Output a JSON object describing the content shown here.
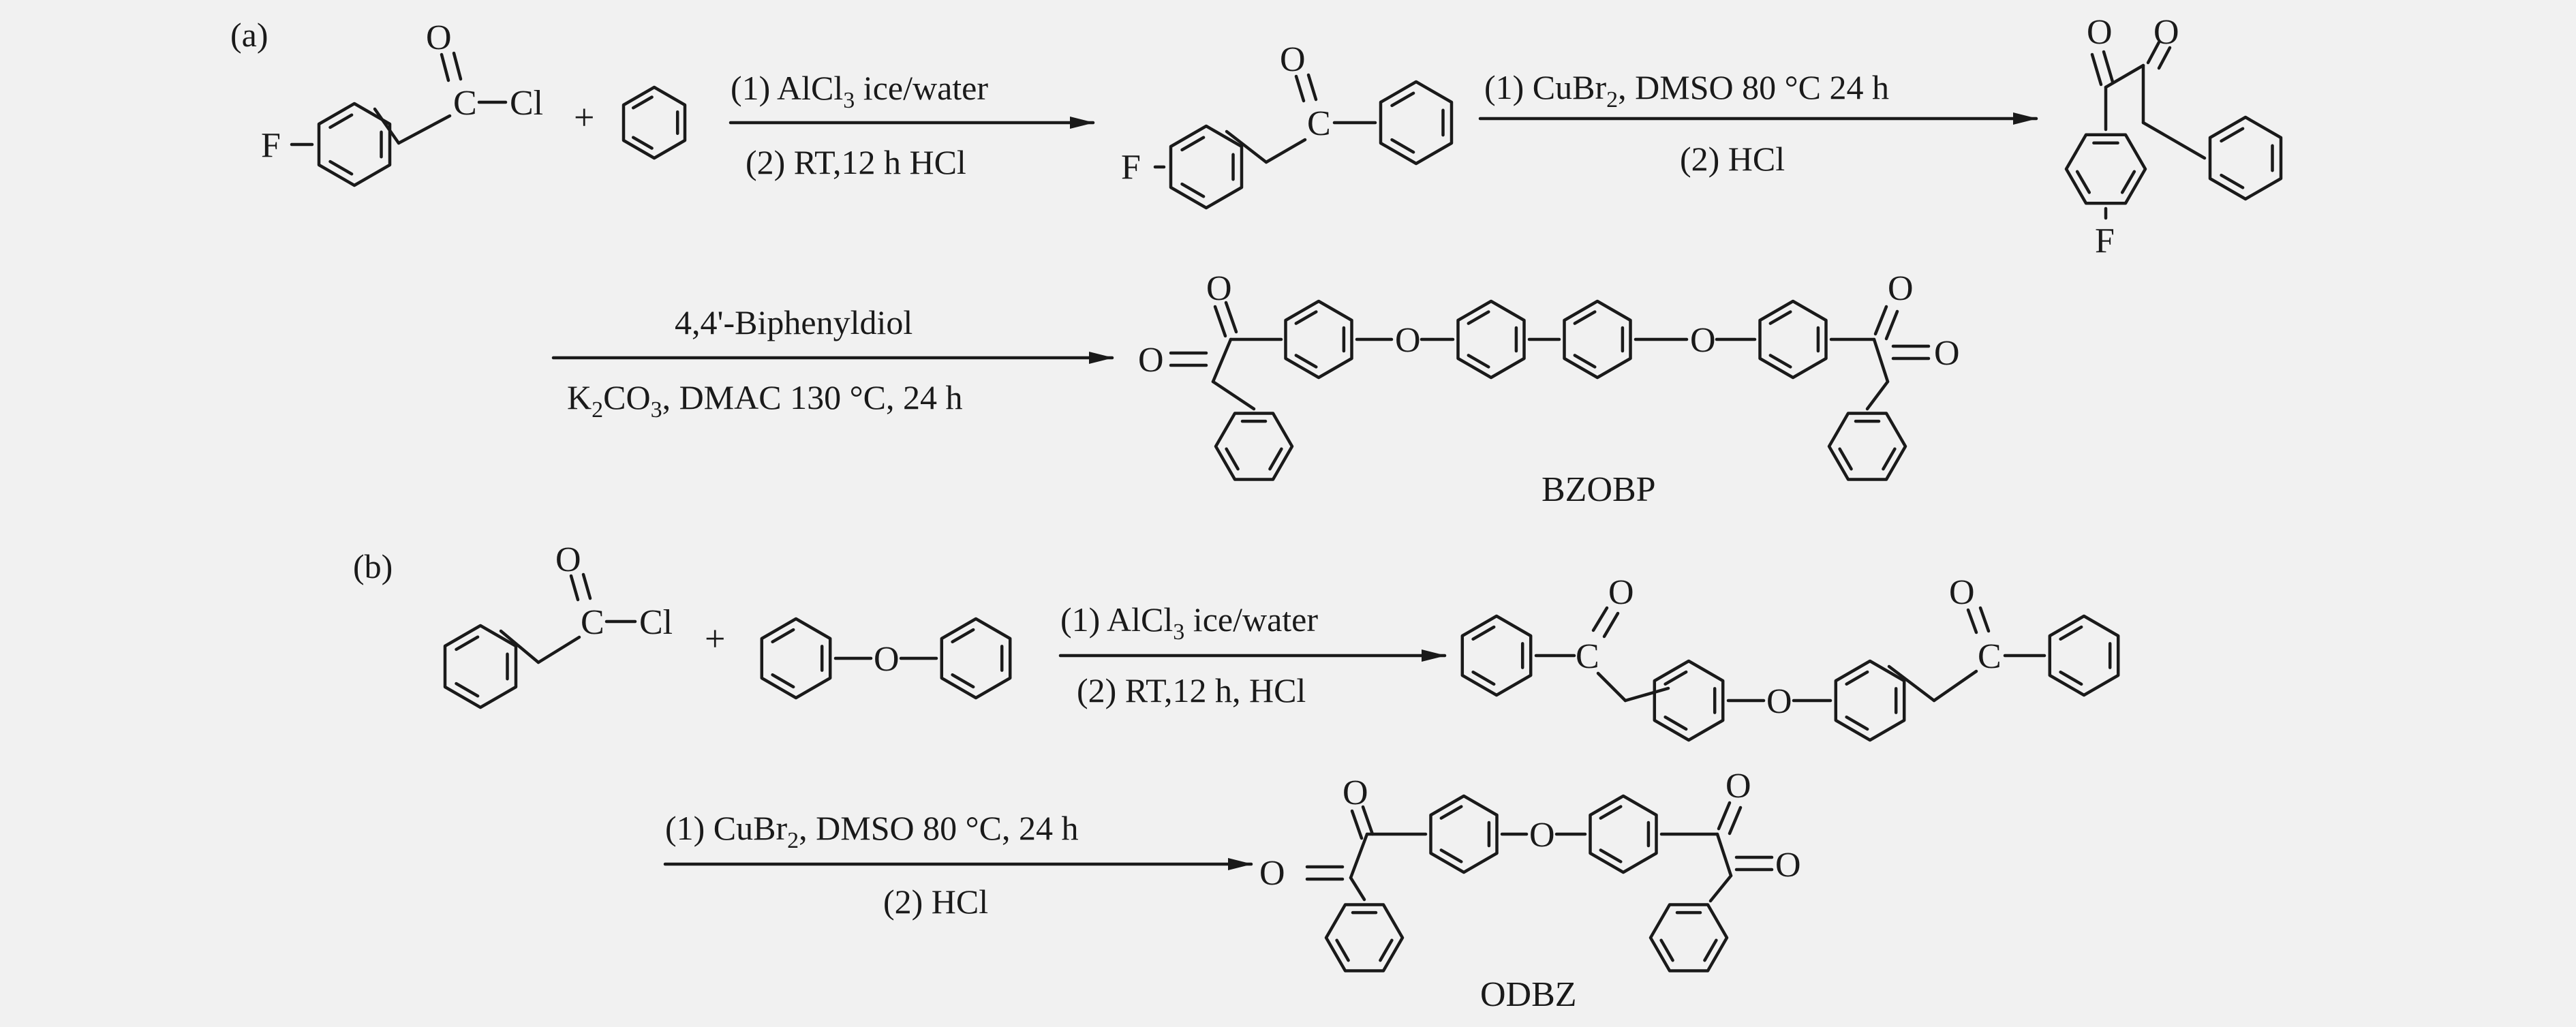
{
  "panels": {
    "a": {
      "label": "(a)",
      "acyl_chloride": {
        "O": "O",
        "C": "C",
        "Cl": "Cl",
        "F": "F"
      },
      "plus": "+",
      "step1": {
        "line1_pre": "(1) AlCl",
        "line1_sub": "3",
        "line1_post": " ice/water",
        "line2": "(2) RT,12 h HCl"
      },
      "ketone": {
        "O": "O",
        "C": "C",
        "F": "F"
      },
      "step2": {
        "line1_pre": "(1) CuBr",
        "line1_sub": "2",
        "line1_post": ", DMSO 80 °C 24 h",
        "line2": "(2) HCl"
      },
      "diketone": {
        "O1": "O",
        "O2": "O",
        "F": "F"
      },
      "step3": {
        "line1": "4,4'-Biphenyldiol",
        "line2_a": "K",
        "line2_s1": "2",
        "line2_b": "CO",
        "line2_s2": "3",
        "line2_c": ", DMAC 130 °C, 24 h"
      },
      "product": {
        "O_left_top": "O",
        "O_left_mid": "O",
        "O_ether1": "O",
        "O_ether2": "O",
        "O_right_top": "O",
        "O_right_mid": "O",
        "name": "BZOBP"
      }
    },
    "b": {
      "label": "(b)",
      "acyl_chloride": {
        "O": "O",
        "C": "C",
        "Cl": "Cl"
      },
      "plus": "+",
      "ether": {
        "O": "O"
      },
      "step1": {
        "line1_pre": "(1) AlCl",
        "line1_sub": "3",
        "line1_post": " ice/water",
        "line2": "(2) RT,12 h, HCl"
      },
      "diketone": {
        "O1": "O",
        "C1": "C",
        "O_ether": "O",
        "O2": "O",
        "C2": "C"
      },
      "step2": {
        "line1_pre": "(1) CuBr",
        "line1_sub": "2",
        "line1_post": ", DMSO 80 °C, 24 h",
        "line2": "(2) HCl"
      },
      "product": {
        "O_left_top": "O",
        "O_left_mid": "O",
        "O_ether": "O",
        "O_right_top": "O",
        "O_right_mid": "O",
        "name": "ODBZ"
      }
    }
  }
}
